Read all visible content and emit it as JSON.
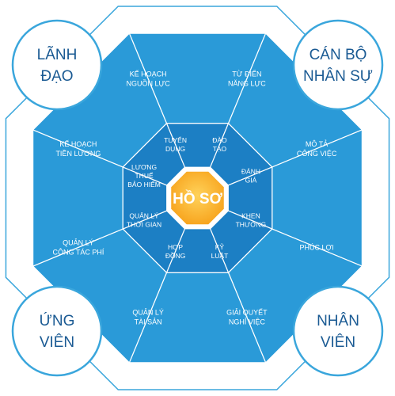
{
  "center": {
    "title": "HỒ SƠ"
  },
  "corners": [
    {
      "line1": "LÃNH",
      "line2": "ĐẠO"
    },
    {
      "line1": "CÁN BỘ",
      "line2": "NHÂN SỰ"
    },
    {
      "line1": "ỨNG",
      "line2": "VIÊN"
    },
    {
      "line1": "NHÂN",
      "line2": "VIÊN"
    }
  ],
  "outer_sections": [
    {
      "lines": [
        "KẾ HOẠCH",
        "NGUỒN LỰC"
      ]
    },
    {
      "lines": [
        "TỪ ĐIỂN",
        "NĂNG LỰC"
      ]
    },
    {
      "lines": [
        "MÔ TẢ",
        "CÔNG VIỆC"
      ]
    },
    {
      "lines": [
        "PHÚC LỢI"
      ]
    },
    {
      "lines": [
        "GIẢI QUYẾT",
        "NGHỈ VIỆC"
      ]
    },
    {
      "lines": [
        "QUẢN LÝ",
        "TÀI SẢN"
      ]
    },
    {
      "lines": [
        "QUẢN LÝ",
        "CÔNG TÁC PHÍ"
      ]
    },
    {
      "lines": [
        "KẾ HOẠCH",
        "TIỀN LƯƠNG"
      ]
    }
  ],
  "inner_sections": [
    {
      "lines": [
        "TUYỂN",
        "DỤNG"
      ]
    },
    {
      "lines": [
        "ĐÀO",
        "TẠO"
      ]
    },
    {
      "lines": [
        "ĐÁNH",
        "GIÁ"
      ]
    },
    {
      "lines": [
        "KHEN",
        "THƯỞNG"
      ]
    },
    {
      "lines": [
        "KỶ",
        "LUẬT"
      ]
    },
    {
      "lines": [
        "HỢP",
        "ĐỒNG"
      ]
    },
    {
      "lines": [
        "QUẢN LÝ",
        "THỜI GIAN"
      ]
    },
    {
      "lines": [
        "LƯƠNG",
        "THUẾ",
        "BẢO HIỂM"
      ]
    }
  ],
  "colors": {
    "outer_blue": "#2a9ad8",
    "inner_blue": "#1c7fc4",
    "divider": "#ffffff",
    "center_orange": "#f7a21b",
    "center_light": "#ffd25a",
    "text_dark_blue": "#1a5a93",
    "circle_border": "#3aa6dc",
    "frame_line": "#3aa6dc"
  }
}
